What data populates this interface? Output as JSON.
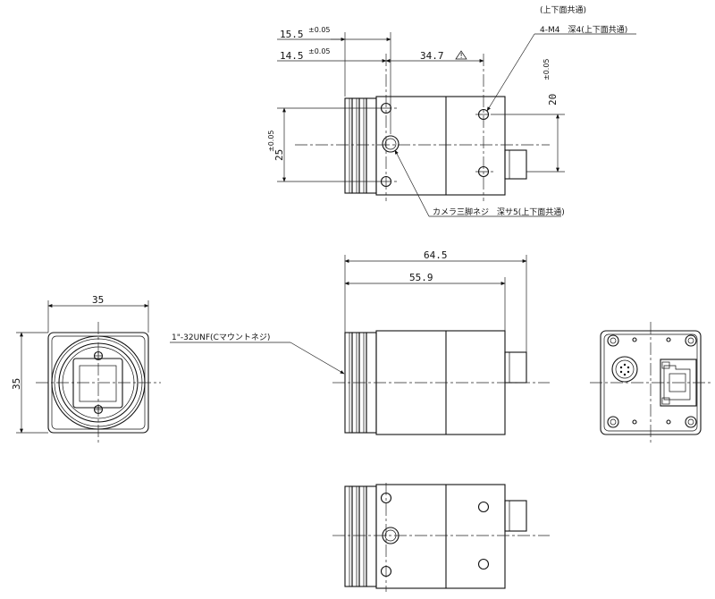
{
  "dimensions": {
    "d15_5": "15.5",
    "d15_5_tol": "±0.05",
    "d14_5": "14.5",
    "d14_5_tol": "±0.05",
    "d34_7": "34.7",
    "d20": "20",
    "d20_tol": "±0.05",
    "d25": "25",
    "d25_tol": "±0.05",
    "d64_5": "64.5",
    "d55_9": "55.9",
    "d35_width": "35",
    "d35_height": "35"
  },
  "annotations": {
    "top_note": "(上下面共通)",
    "holes": "4-M4　深4(上下面共通)",
    "tripod": "カメラ三脚ネジ　深サ5(上下面共通)",
    "mount": "1\"-32UNF(Cマウントネジ)"
  }
}
